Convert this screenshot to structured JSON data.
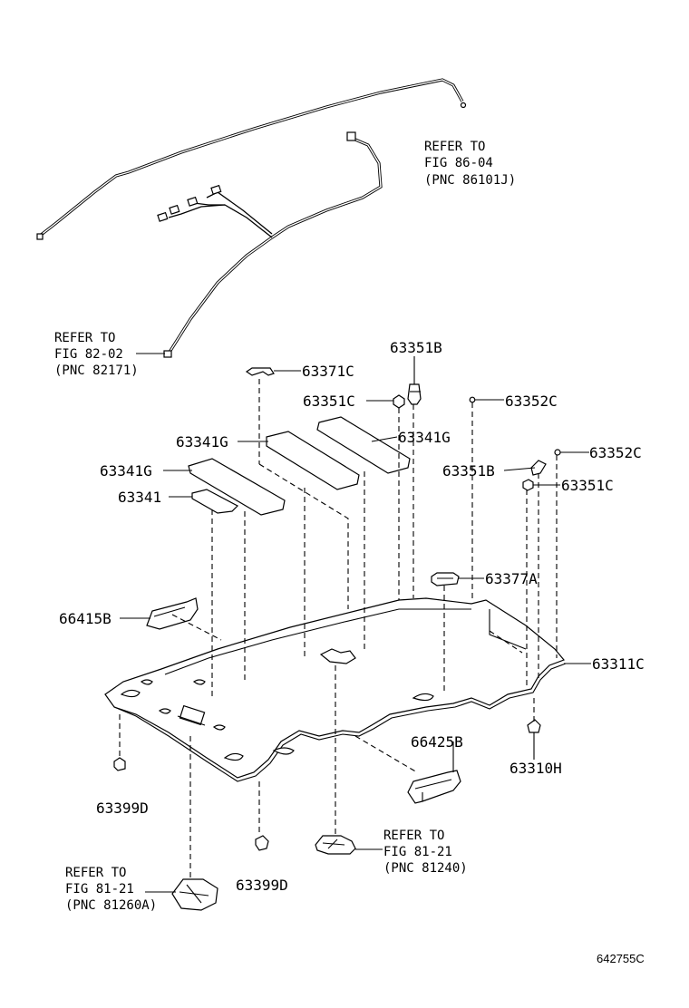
{
  "labels": {
    "p63351b_top": "63351B",
    "p63371c": "63371C",
    "p63351c_left": "63351C",
    "p63352c_top": "63352C",
    "p63341g_right": "63341G",
    "p63352c_right": "63352C",
    "p63341g_center": "63341G",
    "p63351b_right": "63351B",
    "p63351c_right": "63351C",
    "p63341g_left": "63341G",
    "p63341": "63341",
    "p63377a": "63377A",
    "p66415b": "66415B",
    "p63311c": "63311C",
    "p66425b": "66425B",
    "p63310h": "63310H",
    "p63399d_left": "63399D",
    "p63399d_bottom": "63399D"
  },
  "references": {
    "fig86": {
      "line1": "REFER TO",
      "line2": "FIG 86-04",
      "line3": "(PNC 86101J)"
    },
    "fig82": {
      "line1": "REFER TO",
      "line2": "FIG 82-02",
      "line3": "(PNC 82171)"
    },
    "fig81_right": {
      "line1": "REFER TO",
      "line2": "FIG 81-21",
      "line3": "(PNC 81240)"
    },
    "fig81_left": {
      "line1": "REFER TO",
      "line2": "FIG 81-21",
      "line3": "(PNC 81260A)"
    }
  },
  "diagram_code": "642755C"
}
